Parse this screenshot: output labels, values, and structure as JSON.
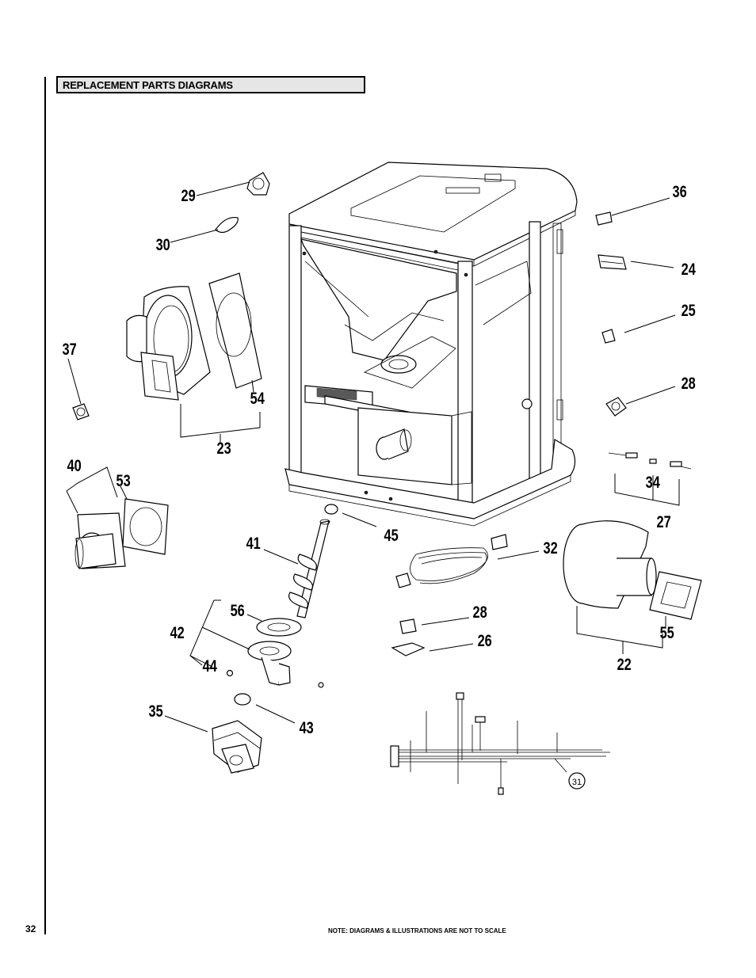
{
  "page": {
    "section_title": "REPLACEMENT PARTS DIAGRAMS",
    "page_number": "32",
    "footnote": "NOTE: DIAGRAMS & ILLUSTRATIONS ARE NOT TO SCALE"
  },
  "callouts": {
    "p29": "29",
    "p30": "30",
    "p54": "54",
    "p37": "37",
    "p23": "23",
    "p40": "40",
    "p53": "53",
    "p36": "36",
    "p24": "24",
    "p25": "25",
    "p28a": "28",
    "p34": "34",
    "p27": "27",
    "p45": "45",
    "p41": "41",
    "p32": "32",
    "p56": "56",
    "p42": "42",
    "p44": "44",
    "p28b": "28",
    "p26": "26",
    "p55": "55",
    "p22": "22",
    "p35": "35",
    "p43": "43",
    "p31": "31"
  }
}
